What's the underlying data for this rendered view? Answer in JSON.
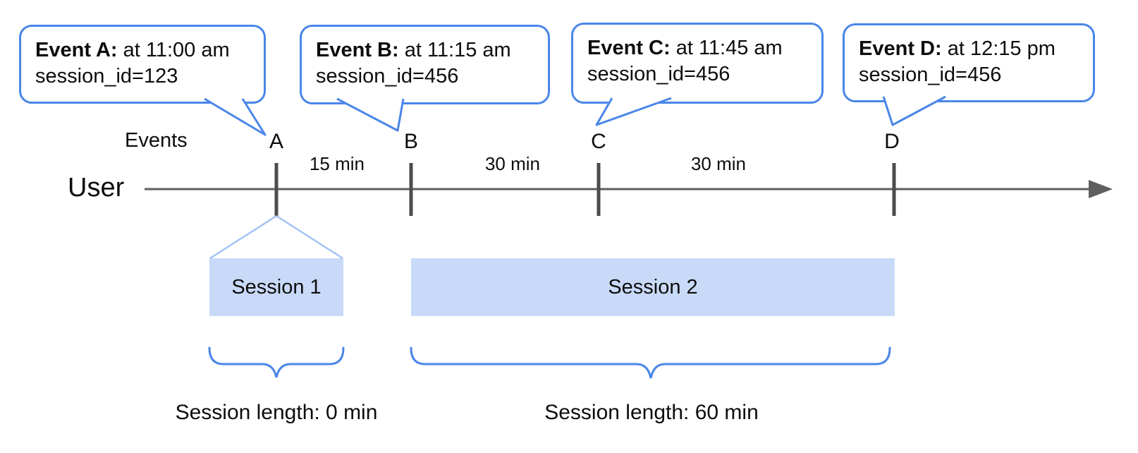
{
  "bubbles": [
    {
      "title": "Event A:",
      "time": "at 11:00 am",
      "session": "session_id=123"
    },
    {
      "title": "Event B:",
      "time": "at 11:15 am",
      "session": "session_id=456"
    },
    {
      "title": "Event C:",
      "time": "at 11:45 am",
      "session": "session_id=456"
    },
    {
      "title": "Event D:",
      "time": "at 12:15 pm",
      "session": "session_id=456"
    }
  ],
  "timeline": {
    "events_label": "Events",
    "user_label": "User",
    "event_markers": [
      "A",
      "B",
      "C",
      "D"
    ],
    "intervals": [
      "15 min",
      "30 min",
      "30 min"
    ]
  },
  "sessions": [
    {
      "label": "Session 1",
      "length_label": "Session length: 0 min"
    },
    {
      "label": "Session 2",
      "length_label": "Session length: 60 min"
    }
  ],
  "colors": {
    "accent": "#4a86e8",
    "funnel": "#a4c2f4",
    "session_fill": "#c9daf8",
    "axis": "#5f5f5f",
    "tick": "#4c4c4c"
  }
}
